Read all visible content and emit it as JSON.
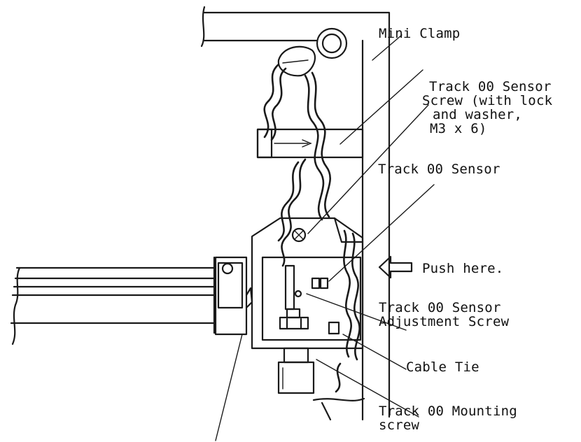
{
  "labels": {
    "mini_clamp": "Mini Clamp",
    "sensor_screw_line1": "Track 00 Sensor",
    "sensor_screw_line2": "Screw (with lock",
    "sensor_screw_line3": "and washer,",
    "sensor_screw_line4": "M3 x 6)",
    "sensor": "Track 00 Sensor",
    "push_here": "Push here.",
    "adjust_line1": "Track 00 Sensor",
    "adjust_line2": "Adjustment Screw",
    "cable_tie": "Cable Tie",
    "mounting_line1": "Track 00 Mounting",
    "mounting_line2": "screw"
  },
  "icons": {
    "push_arrow": "outline-left-arrow-icon"
  }
}
